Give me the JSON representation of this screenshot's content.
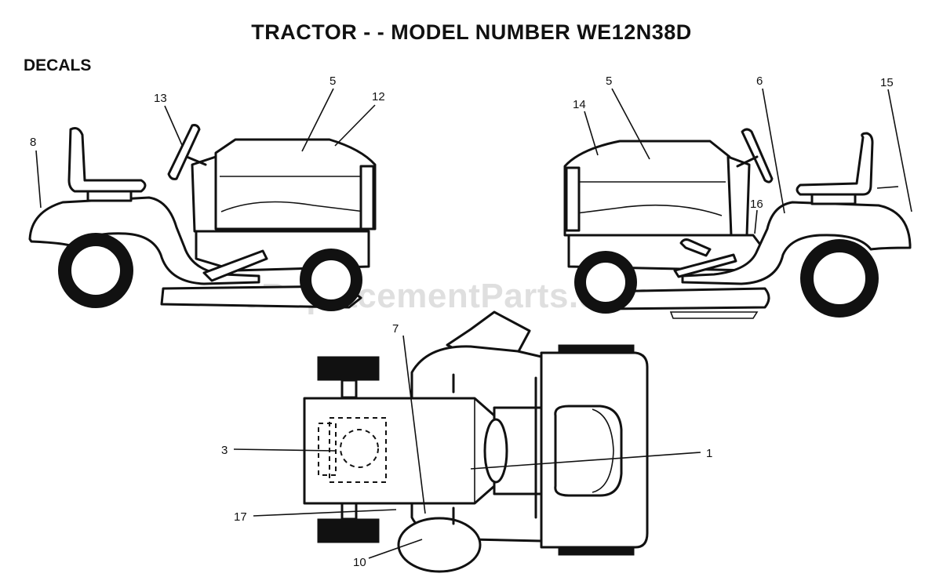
{
  "title": "TRACTOR - - MODEL NUMBER WE12N38D",
  "section": "DECALS",
  "watermark": "eReplacementParts.com",
  "callouts": {
    "left_view": {
      "c8": "8",
      "c13": "13",
      "c5": "5",
      "c12": "12"
    },
    "right_view": {
      "c14": "14",
      "c5": "5",
      "c6": "6",
      "c15": "15",
      "c16": "16"
    },
    "top_view": {
      "c7": "7",
      "c3": "3",
      "c1": "1",
      "c17": "17",
      "c10": "10"
    }
  }
}
